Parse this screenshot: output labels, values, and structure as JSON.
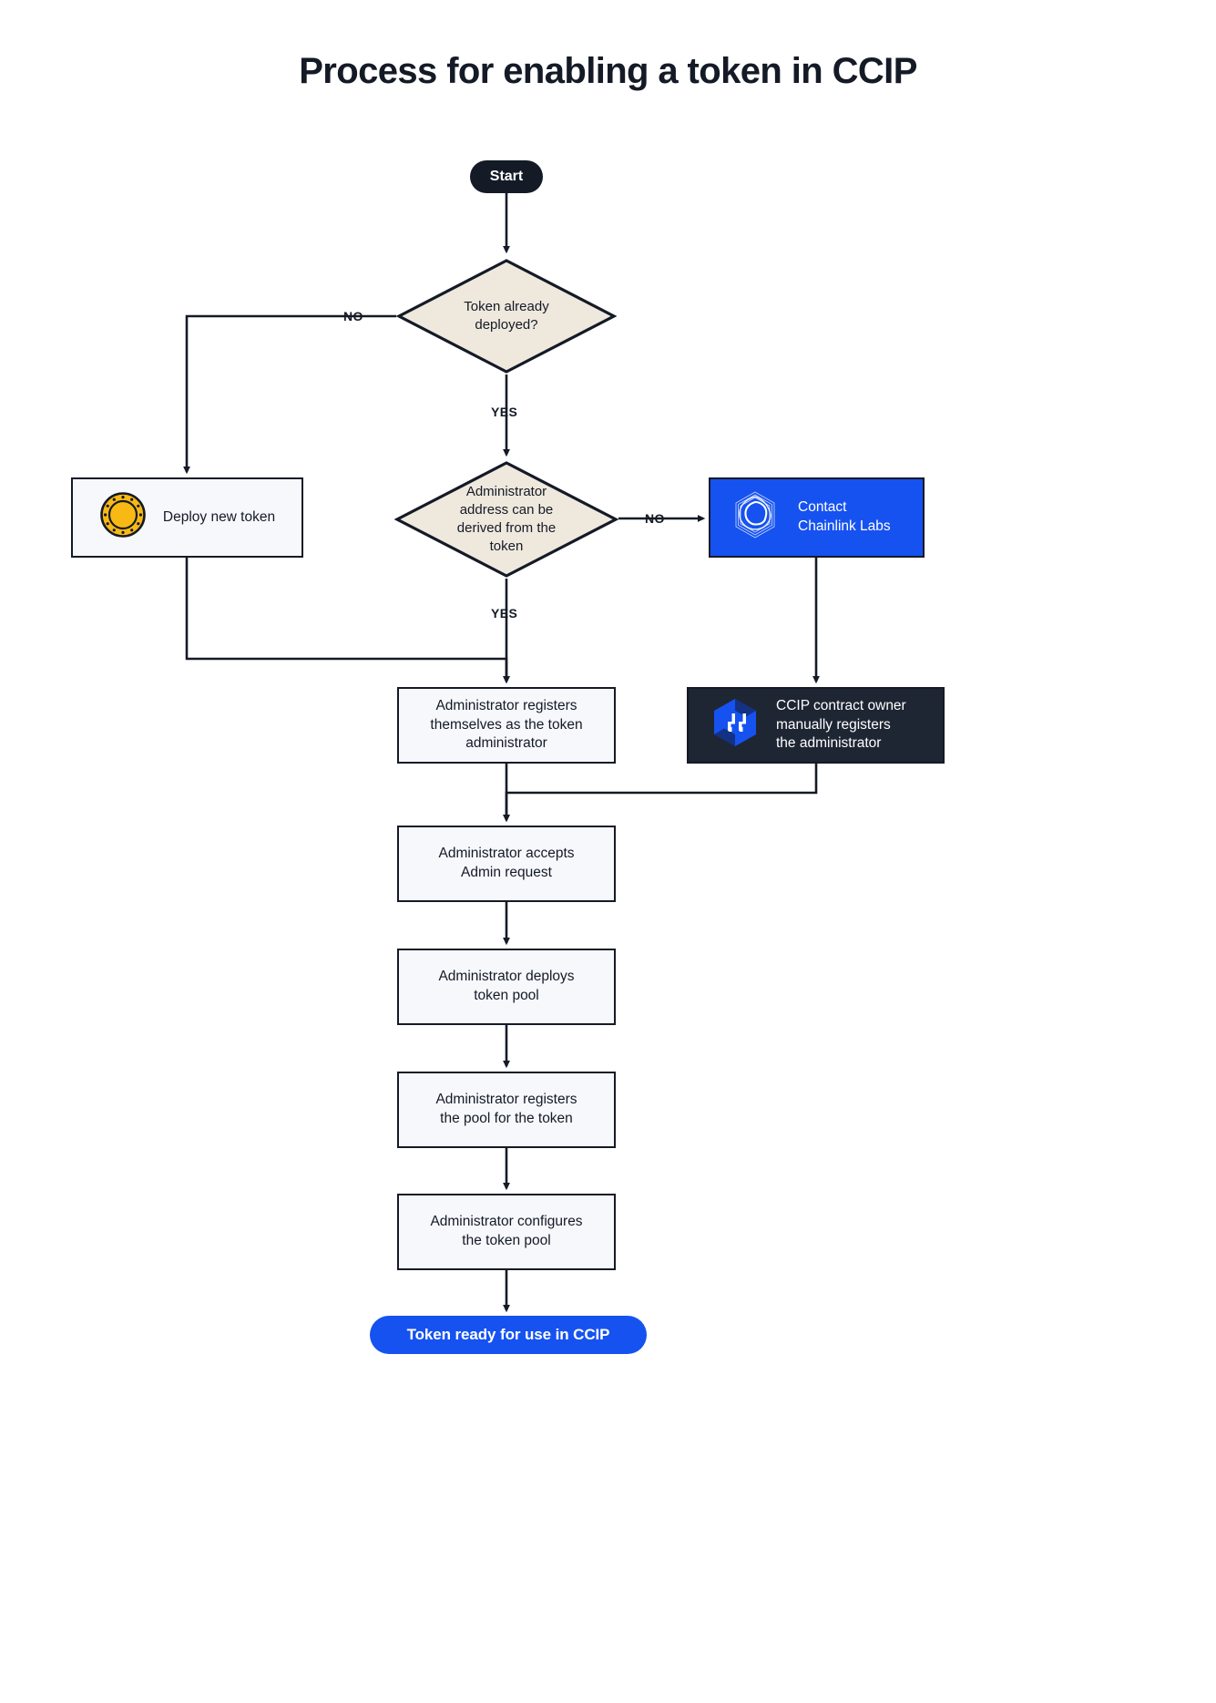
{
  "page": {
    "title": "Process for enabling a token in CCIP",
    "background": "#FFFFFF",
    "text_color": "#141A26"
  },
  "colors": {
    "ink": "#141A26",
    "decision_fill": "#EFE8DD",
    "process_fill": "#F6F8FC",
    "brand_blue": "#1652F0",
    "dark_panel": "#1E2634",
    "coin_gold": "#F9B914"
  },
  "nodes": {
    "start": {
      "label": "Start",
      "shape": "pill",
      "fill": "#141A26"
    },
    "decision_token_deployed": {
      "label": "Token already\ndeployed?",
      "shape": "diamond",
      "fill": "#EFE8DD"
    },
    "deploy_new_token": {
      "label": "Deploy new token",
      "shape": "rect",
      "fill": "#F6F8FC",
      "icon": "gold-coin-icon"
    },
    "decision_admin_derived": {
      "label": "Administrator\naddress can be\nderived from the\ntoken",
      "shape": "diamond",
      "fill": "#EFE8DD"
    },
    "contact_chainlink": {
      "label": "Contact\nChainlink Labs",
      "shape": "rect",
      "fill": "#1652F0",
      "icon": "chainlink-labs-logo-icon"
    },
    "admin_registers_self": {
      "label": "Administrator registers\nthemselves as the token\nadministrator",
      "shape": "rect",
      "fill": "#F6F8FC"
    },
    "ccip_owner_registers": {
      "label": "CCIP contract owner\nmanually registers\nthe administrator",
      "shape": "rect",
      "fill": "#1E2634",
      "icon": "ccip-logo-icon"
    },
    "admin_accepts": {
      "label": "Administrator accepts\nAdmin request",
      "shape": "rect",
      "fill": "#F6F8FC"
    },
    "admin_deploys_pool": {
      "label": "Administrator deploys\ntoken pool",
      "shape": "rect",
      "fill": "#F6F8FC"
    },
    "admin_registers_pool": {
      "label": "Administrator registers\nthe pool for the token",
      "shape": "rect",
      "fill": "#F6F8FC"
    },
    "admin_configures_pool": {
      "label": "Administrator configures\nthe token pool",
      "shape": "rect",
      "fill": "#F6F8FC"
    },
    "end": {
      "label": "Token ready for use in CCIP",
      "shape": "pill",
      "fill": "#1652F0"
    }
  },
  "edge_labels": {
    "no_1": "NO",
    "yes_1": "YES",
    "no_2": "NO",
    "yes_2": "YES"
  },
  "flow": [
    {
      "from": "start",
      "to": "decision_token_deployed",
      "label": ""
    },
    {
      "from": "decision_token_deployed",
      "to": "deploy_new_token",
      "label": "NO"
    },
    {
      "from": "decision_token_deployed",
      "to": "decision_admin_derived",
      "label": "YES"
    },
    {
      "from": "decision_admin_derived",
      "to": "contact_chainlink",
      "label": "NO"
    },
    {
      "from": "decision_admin_derived",
      "to": "admin_registers_self",
      "label": "YES"
    },
    {
      "from": "deploy_new_token",
      "to": "admin_registers_self",
      "label": ""
    },
    {
      "from": "contact_chainlink",
      "to": "ccip_owner_registers",
      "label": ""
    },
    {
      "from": "admin_registers_self",
      "to": "admin_accepts",
      "label": ""
    },
    {
      "from": "ccip_owner_registers",
      "to": "admin_accepts",
      "label": ""
    },
    {
      "from": "admin_accepts",
      "to": "admin_deploys_pool",
      "label": ""
    },
    {
      "from": "admin_deploys_pool",
      "to": "admin_registers_pool",
      "label": ""
    },
    {
      "from": "admin_registers_pool",
      "to": "admin_configures_pool",
      "label": ""
    },
    {
      "from": "admin_configures_pool",
      "to": "end",
      "label": ""
    }
  ]
}
